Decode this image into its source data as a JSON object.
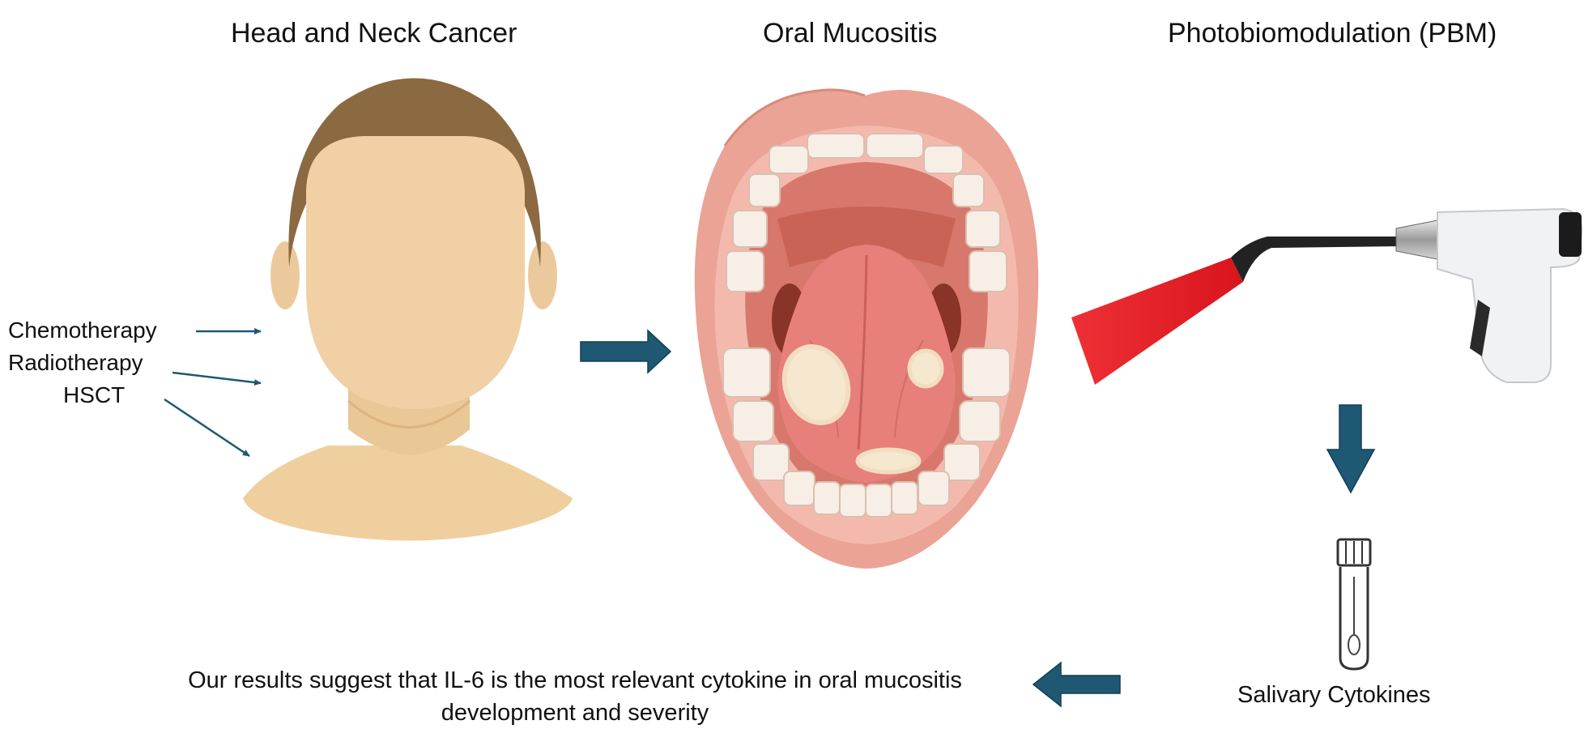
{
  "titles": {
    "head_neck": "Head and Neck Cancer",
    "oral_mucositis": "Oral Mucositis",
    "pbm": "Photobiomodulation (PBM)"
  },
  "treatments": [
    "Chemotherapy",
    "Radiotherapy",
    "HSCT"
  ],
  "salivary_label": "Salivary Cytokines",
  "conclusion": {
    "line1": "Our results suggest that IL-6 is the most relevant cytokine in oral mucositis",
    "line2": "development and severity"
  },
  "colors": {
    "arrow": "#1e5873",
    "skin": "#f1d0a5",
    "hair": "#8b6a42",
    "laser_red": "#e8202a",
    "lips": "#eaa395",
    "tongue": "#e77f7a"
  },
  "icons": [
    "head-icon",
    "mouth-icon",
    "laser-device-icon",
    "test-tube-icon"
  ]
}
